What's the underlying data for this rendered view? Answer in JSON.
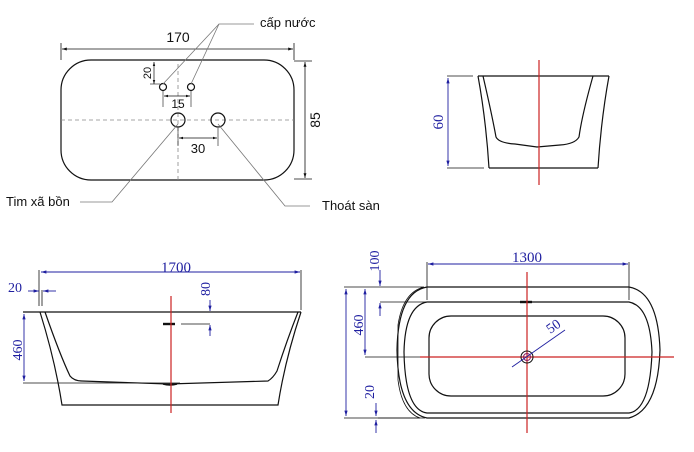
{
  "colors": {
    "outline": "#111111",
    "dimension_blue": "#1f1fa0",
    "center_red": "#cc2222",
    "leader_gray": "#777777",
    "dash_gray": "#888888"
  },
  "top_plan": {
    "width_label": "170",
    "height_label": "85",
    "supply_spacing_label": "15",
    "supply_offset_label": "20",
    "drain_spacing_label": "30",
    "callouts": {
      "water_supply": "cấp nước",
      "tub_center": "Tim xã bồn",
      "floor_drain": "Thoát sàn"
    }
  },
  "end_view": {
    "height_label": "60"
  },
  "side_view": {
    "length_label": "1700",
    "rim_label": "20",
    "overflow_label": "80",
    "height_label": "460"
  },
  "plan_view": {
    "inner_length_label": "1300",
    "overflow_offset_label": "100",
    "drain_offset_label": "460",
    "drain_diameter_label": "50",
    "rim_label": "20"
  }
}
